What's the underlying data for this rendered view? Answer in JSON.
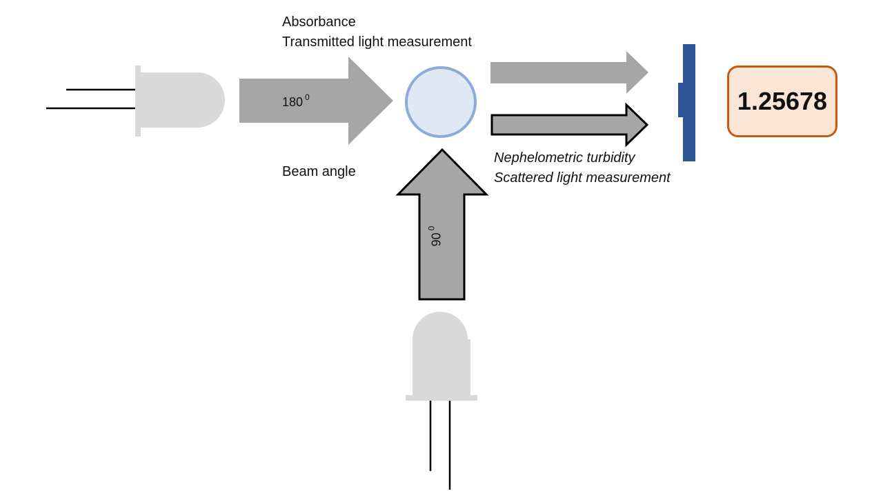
{
  "labels": {
    "absorbance": "Absorbance",
    "transmitted": "Transmitted light measurement",
    "beam_angle": "Beam angle",
    "nephelometric": "Nephelometric turbidity",
    "scattered": "Scattered light measurement"
  },
  "angles": {
    "transmitted_value": "180",
    "transmitted_sup": "0",
    "scattered_value": "90",
    "scattered_sup": "0"
  },
  "display": {
    "value": "1.25678"
  },
  "colors": {
    "led_body": "#d9d9d9",
    "arrow_fill": "#a6a6a6",
    "sample_fill": "#dfe9f5",
    "sample_stroke": "#8eaadb",
    "detector": "#2f5597",
    "display_border": "#c55a11",
    "display_fill": "#fbe5d6"
  }
}
